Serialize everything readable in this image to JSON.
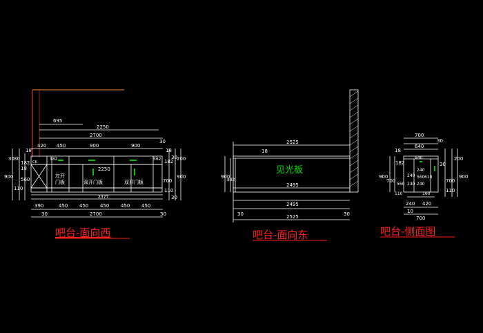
{
  "colors": {
    "background": "#000000",
    "outline": "#ffffff",
    "dimension": "#ffffff",
    "title": "#ff2020",
    "note": "#00e000",
    "accent_red": "#ff4040",
    "accent_yellow": "#ffff40",
    "handle": "#00c000"
  },
  "views": {
    "west": {
      "title": "吧台-面向西",
      "top_dims": [
        "695",
        "2250",
        "2700",
        "30",
        "420",
        "450",
        "900",
        "900",
        "18"
      ],
      "left_dims": [
        "30",
        "30",
        "182",
        "18",
        "110",
        "560",
        "900",
        "18"
      ],
      "right_dims": [
        "18",
        "30",
        "182",
        "200",
        "700",
        "900",
        "110",
        "30"
      ],
      "inner": {
        "door_left": "左开\n门板",
        "door_mid": "双开门板",
        "door_right": "双开门板",
        "mid_dim": "2250",
        "top_small": "182",
        "side_small": "562",
        "bottom_small": "2377",
        "ck": "CK"
      },
      "bottom_dims": [
        "390",
        "450",
        "450",
        "450",
        "450",
        "450",
        "30",
        "2700",
        "30"
      ]
    },
    "east": {
      "title": "吧台-面向东",
      "top_dims": [
        "2525",
        "18"
      ],
      "left_dims": [
        "900",
        "882"
      ],
      "center_label": "见光板",
      "inner_dim": "2495",
      "bottom_dims": [
        "2495",
        "30",
        "2525",
        "30"
      ]
    },
    "side": {
      "title": "吧台-侧面图",
      "top_dims": [
        "700",
        "640",
        "640",
        "30",
        "18",
        "30"
      ],
      "left_dims": [
        "900",
        "700",
        "182",
        "240",
        "560",
        "240",
        "110"
      ],
      "right_dims": [
        "200",
        "700",
        "900",
        "110"
      ],
      "inner_dims": [
        "240",
        "560",
        "240",
        "610",
        "160"
      ],
      "bottom_dims": [
        "240",
        "420",
        "10",
        "700"
      ]
    }
  }
}
